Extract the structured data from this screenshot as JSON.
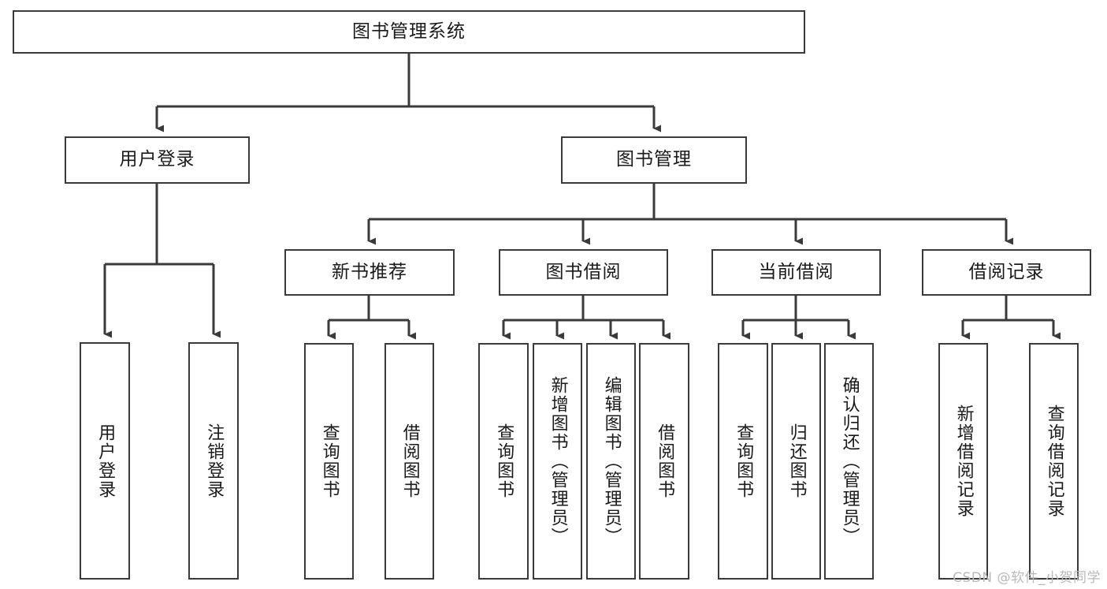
{
  "diagram": {
    "title": "图书管理系统",
    "type": "tree-hierarchy",
    "watermark": "CSDN @软件_小贺同学",
    "colors": {
      "box_border": "#3a3a3a",
      "box_fill": "#ffffff",
      "edge": "#3a3a3a",
      "text": "#1a1a1a",
      "watermark": "#b9b9b9"
    },
    "root": {
      "label": "图书管理系统"
    },
    "level2": [
      {
        "id": "user-login",
        "label": "用户登录"
      },
      {
        "id": "book-manage",
        "label": "图书管理"
      }
    ],
    "level3": [
      {
        "id": "new-book-recommend",
        "label": "新书推荐",
        "parent": "book-manage"
      },
      {
        "id": "book-borrow",
        "label": "图书借阅",
        "parent": "book-manage"
      },
      {
        "id": "current-borrow",
        "label": "当前借阅",
        "parent": "book-manage"
      },
      {
        "id": "borrow-record",
        "label": "借阅记录",
        "parent": "book-manage"
      }
    ],
    "leaves": {
      "user_login": [
        {
          "id": "leaf-user-login",
          "label": "用户登录"
        },
        {
          "id": "leaf-logout-login",
          "label": "注销登录"
        }
      ],
      "new_book_recommend": [
        {
          "id": "leaf-query-book-1",
          "label": "查询图书"
        },
        {
          "id": "leaf-borrow-book-1",
          "label": "借阅图书"
        }
      ],
      "book_borrow": [
        {
          "id": "leaf-query-book-2",
          "label": "查询图书"
        },
        {
          "id": "leaf-add-book",
          "label": "新增图书（管理员）"
        },
        {
          "id": "leaf-edit-book",
          "label": "编辑图书（管理员）"
        },
        {
          "id": "leaf-borrow-book-2",
          "label": "借阅图书"
        }
      ],
      "current_borrow": [
        {
          "id": "leaf-query-book-3",
          "label": "查询图书"
        },
        {
          "id": "leaf-return-book",
          "label": "归还图书"
        },
        {
          "id": "leaf-confirm-return",
          "label": "确认归还（管理员）"
        }
      ],
      "borrow_record": [
        {
          "id": "leaf-add-record",
          "label": "新增借阅记录"
        },
        {
          "id": "leaf-query-record",
          "label": "查询借阅记录"
        }
      ]
    }
  }
}
